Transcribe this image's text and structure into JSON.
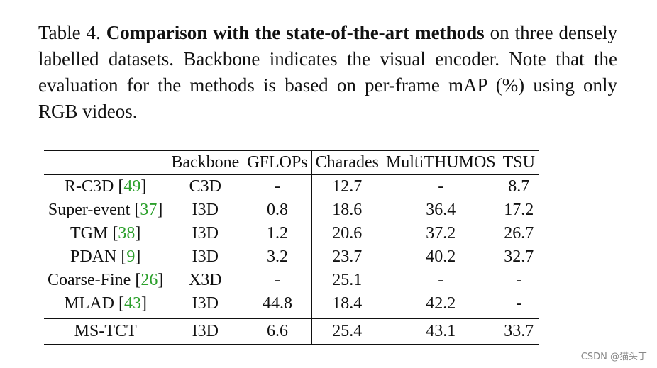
{
  "caption": {
    "label": "Table 4.",
    "bold_title": "Comparison with the state-of-the-art methods",
    "text": "on three densely labelled datasets. Backbone indicates the visual encoder. Note that the evaluation for the methods is based on per-frame mAP (%) using only RGB videos."
  },
  "table": {
    "headers": [
      "",
      "Backbone",
      "GFLOPs",
      "Charades",
      "MultiTHUMOS",
      "TSU"
    ],
    "rows": [
      {
        "method": "R-C3D",
        "cite": "49",
        "backbone": "C3D",
        "gflops": "-",
        "charades": "12.7",
        "multithumos": "-",
        "tsu": "8.7"
      },
      {
        "method": "Super-event",
        "cite": "37",
        "backbone": "I3D",
        "gflops": "0.8",
        "charades": "18.6",
        "multithumos": "36.4",
        "tsu": "17.2"
      },
      {
        "method": "TGM",
        "cite": "38",
        "backbone": "I3D",
        "gflops": "1.2",
        "charades": "20.6",
        "multithumos": "37.2",
        "tsu": "26.7"
      },
      {
        "method": "PDAN",
        "cite": "9",
        "backbone": "I3D",
        "gflops": "3.2",
        "charades": "23.7",
        "multithumos": "40.2",
        "tsu": "32.7"
      },
      {
        "method": "Coarse-Fine",
        "cite": "26",
        "backbone": "X3D",
        "gflops": "-",
        "charades": "25.1",
        "multithumos": "-",
        "tsu": "-"
      },
      {
        "method": "MLAD",
        "cite": "43",
        "backbone": "I3D",
        "gflops": "44.8",
        "charades": "18.4",
        "multithumos": "42.2",
        "tsu": "-"
      }
    ],
    "ours": {
      "method": "MS-TCT",
      "backbone": "I3D",
      "gflops": "6.6",
      "charades": "25.4",
      "multithumos": "43.1",
      "tsu": "33.7"
    }
  },
  "watermark": "CSDN @猫头丁"
}
